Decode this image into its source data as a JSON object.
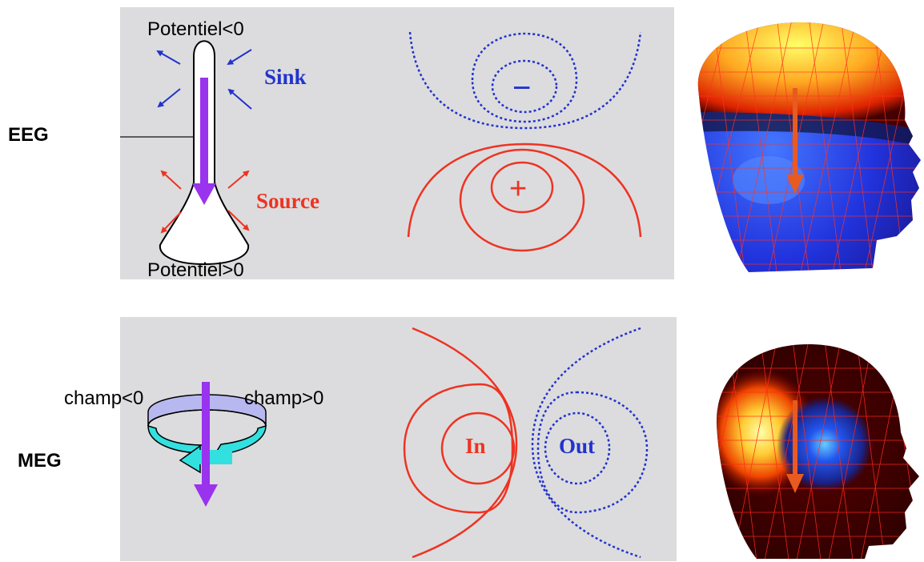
{
  "rows": {
    "eeg": {
      "label": "EEG",
      "potential_negative": "Potentiel<0",
      "potential_positive": "Potentiel>0",
      "sink": "Sink",
      "source": "Source",
      "minus": "−",
      "plus": "+"
    },
    "meg": {
      "label": "MEG",
      "field_negative": "champ<0",
      "field_positive": "champ>0",
      "in": "In",
      "out": "Out"
    }
  },
  "colors": {
    "panel": "#dcdcde",
    "sink_blue": "#2233cc",
    "source_red": "#ee3322",
    "dipole_purple": "#9933ee",
    "ring_top": "#b8b8f0",
    "ring_cyan": "#33e0e0",
    "head_arrow": "#e85a20"
  },
  "icons": {
    "dipole": "dipole-arrow-icon",
    "current_loop": "current-loop-icon",
    "head_eeg": "head-model-eeg",
    "head_meg": "head-model-meg"
  }
}
